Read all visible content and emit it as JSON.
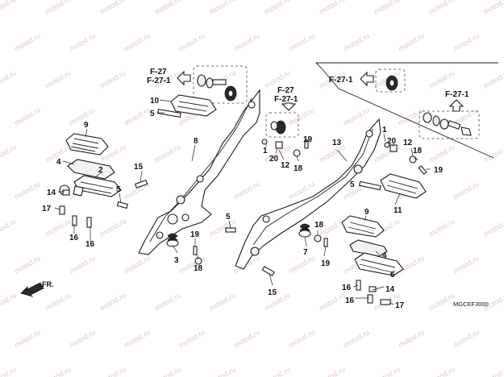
{
  "watermark": "motod.ru",
  "diagram_code": "MGCEF3000",
  "direction_label": "FR.",
  "references": {
    "r1_a": "F-27",
    "r1_b": "F-27-1",
    "r2_a": "F-27",
    "r2_b": "F-27-1",
    "r3": "F-27-1",
    "r4": "F-27-1"
  },
  "callouts": {
    "c1": "1",
    "c2": "2",
    "c3": "3",
    "c4a": "4",
    "c4b": "4",
    "c5a": "5",
    "c5b": "5",
    "c5c": "5",
    "c5d": "5",
    "c6": "6",
    "c7": "7",
    "c8": "8",
    "c9a": "9",
    "c9b": "9",
    "c10": "10",
    "c11": "11",
    "c12a": "12",
    "c12b": "12",
    "c13": "13",
    "c14a": "14",
    "c14b": "14",
    "c15a": "15",
    "c15b": "15",
    "c16a": "16",
    "c16b": "16",
    "c16c": "16",
    "c17a": "17",
    "c17b": "17",
    "c18a": "18",
    "c18b": "18",
    "c18c": "18",
    "c18d": "18",
    "c19a": "19",
    "c19b": "19",
    "c19c": "19",
    "c19d": "19",
    "c20a": "20",
    "c20b": "20"
  }
}
